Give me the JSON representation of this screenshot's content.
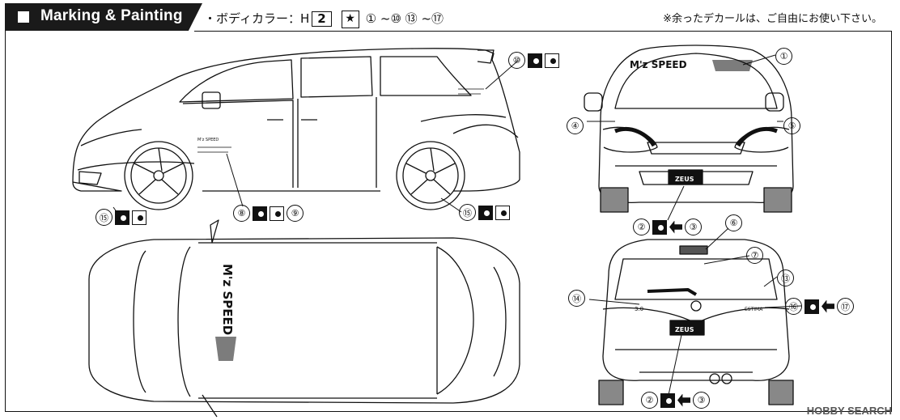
{
  "header": {
    "title": "Marking & Painting",
    "body_color": "・ボディカラー：H",
    "color_number": "2",
    "star_icon": "star-icon",
    "decal_range": "① ~⑩ ⑬ ~⑰"
  },
  "note": "※余ったデカールは、ご自由にお使い下さい。",
  "side_labels": {
    "label_10": "⑩",
    "label_8_9": [
      "⑧",
      "⑨"
    ],
    "label_15_left": "⑮",
    "label_15_right": "⑮"
  },
  "front_labels": {
    "label_1": "①",
    "label_4": "④",
    "label_5": "⑤",
    "label_2_3": [
      "②",
      "③"
    ]
  },
  "rear_labels": {
    "label_6": "⑥",
    "label_7": "⑦",
    "label_13": "⑬",
    "label_14": "⑭",
    "label_16_17": [
      "⑯",
      "⑰"
    ],
    "label_2_3": [
      "②",
      "③"
    ]
  },
  "car_text": {
    "top_decal": "M'z SPEED",
    "front_decal": "M'z SPEED",
    "plate_text": "ZEUS",
    "rear_model": "ESTIMA",
    "rear_badge": "3.0"
  },
  "watermark": "HOBBY SEARCH",
  "colors": {
    "ink": "#111111",
    "header": "#1a1a1a",
    "paint_dark": "#5a5a5a"
  }
}
